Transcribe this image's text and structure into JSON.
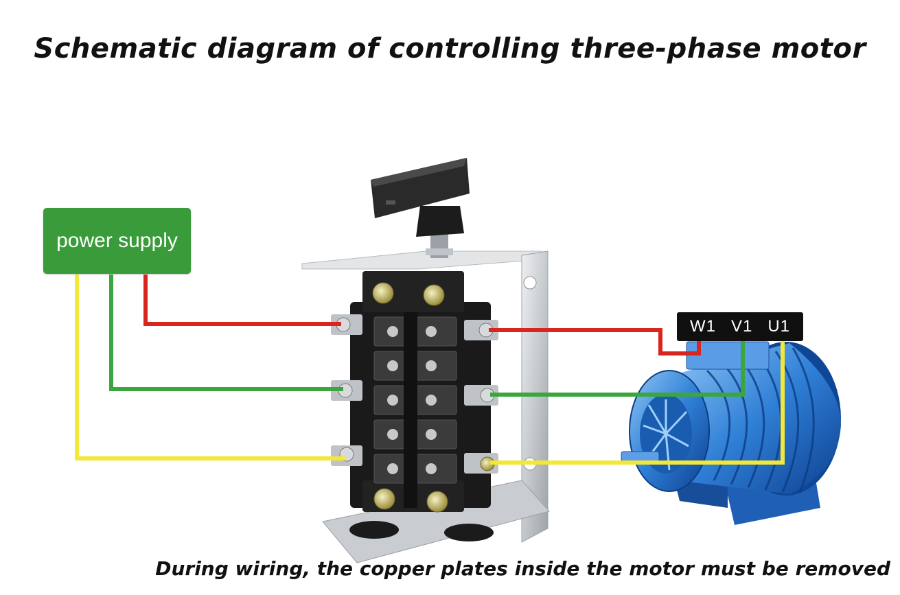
{
  "title": "Schematic diagram of controlling three-phase motor",
  "power_supply_label": "power supply",
  "motor_terminals": [
    "W1",
    "V1",
    "U1"
  ],
  "footnote": "During wiring, the copper plates inside the motor must be removed",
  "wire_colors": {
    "red": "#d8261f",
    "green": "#3ba640",
    "yellow": "#f1e838"
  },
  "icons": [
    "rotary-switch-icon",
    "three-phase-motor-icon",
    "screw-terminal-icon"
  ]
}
